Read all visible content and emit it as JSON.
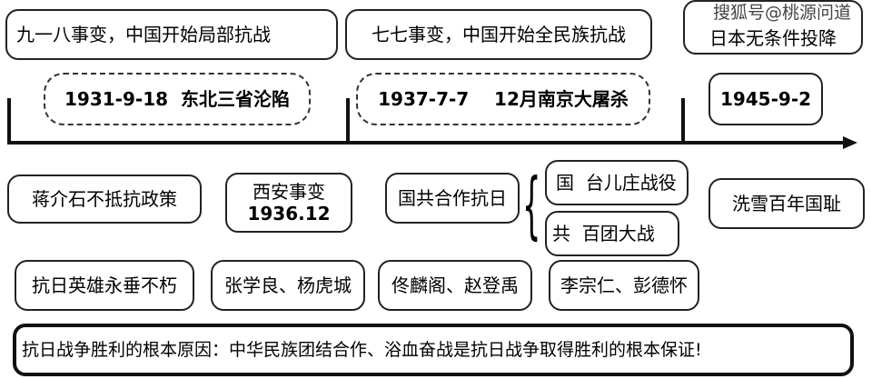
{
  "top": {
    "event1": "九一八事变，中国开始局部抗战",
    "event2": "七七事变，中国开始全民族抗战",
    "event3": "日本无条件投降"
  },
  "dates": {
    "d1": "1931-9-18  东北三省沦陷",
    "d2": "1937-7-7    12月南京大屠杀",
    "d3": "1945-9-2"
  },
  "row1": {
    "a": "蒋介石不抵抗政策",
    "b1": "西安事变",
    "b2": "1936.12",
    "c": "国共合作抗日",
    "d1": "国  台儿庄战役",
    "d2": "共  百团大战",
    "e": "洗雪百年国耻"
  },
  "row2": {
    "a": "抗日英雄永垂不朽",
    "b": "张学良、杨虎城",
    "c": "佟麟阁、赵登禹",
    "d": "李宗仁、彭德怀"
  },
  "conclusion": "抗日战争胜利的根本原因：中华民族团结合作、浴血奋战是抗日战争取得胜利的根本保证!",
  "watermark": "搜狐号@桃源问道"
}
